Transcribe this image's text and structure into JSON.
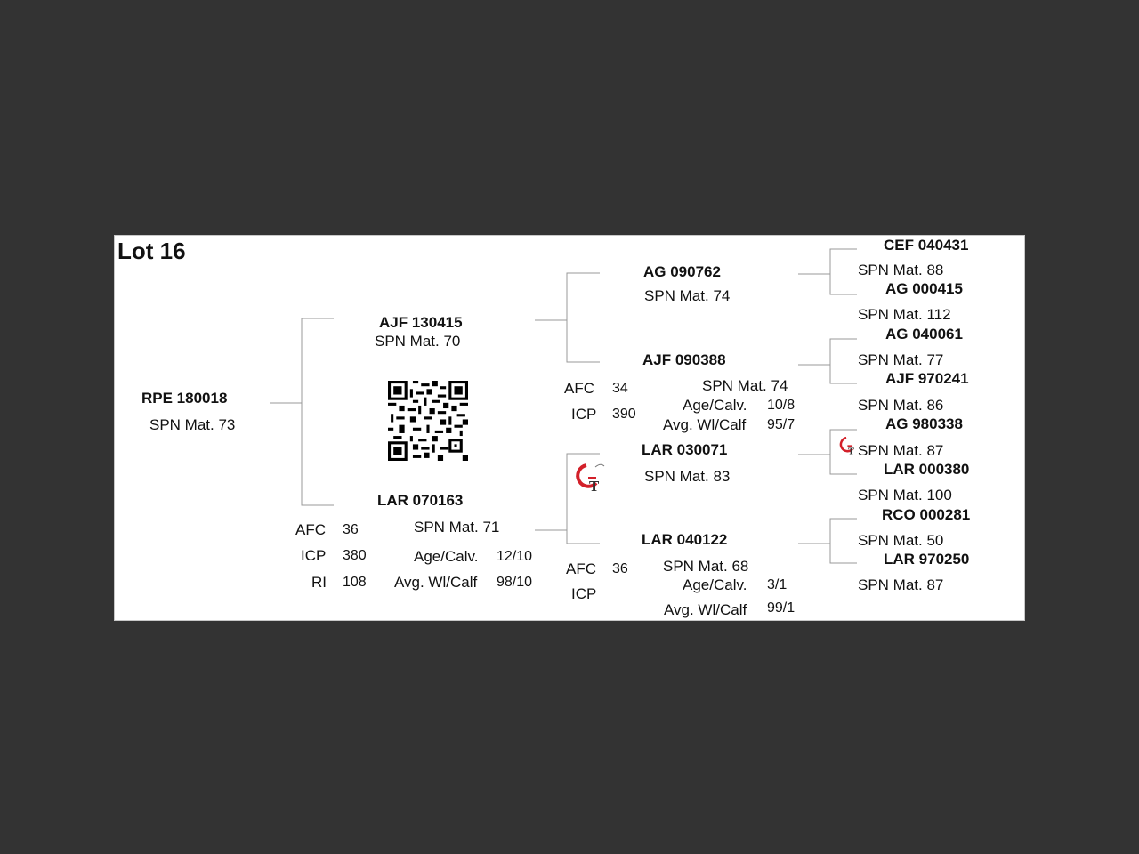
{
  "lot": "Lot 16",
  "animal": {
    "id": "RPE 180018",
    "spn": "SPN Mat. 73"
  },
  "sire": {
    "id": "AJF 130415",
    "spn": "SPN Mat. 70"
  },
  "dam": {
    "id": "LAR 070163",
    "spn": "SPN Mat. 71",
    "afc_label": "AFC",
    "afc": "36",
    "icp_label": "ICP",
    "icp": "380",
    "ri_label": "RI",
    "ri": "108",
    "age_label": "Age/Calv.",
    "age": "12/10",
    "wt_label": "Avg. Wl/Calf",
    "wt": "98/10"
  },
  "sire_sire": {
    "id": "AG  090762",
    "spn": "SPN Mat. 74"
  },
  "sire_dam": {
    "id": "AJF 090388",
    "spn": "SPN Mat. 74",
    "afc_label": "AFC",
    "afc": "34",
    "icp_label": "ICP",
    "icp": "390",
    "age_label": "Age/Calv.",
    "age": "10/8",
    "wt_label": "Avg. Wl/Calf",
    "wt": "95/7"
  },
  "dam_sire": {
    "id": "LAR 030071",
    "spn": "SPN Mat. 83"
  },
  "dam_dam": {
    "id": "LAR 040122",
    "spn": "SPN Mat. 68",
    "afc_label": "AFC",
    "afc": "36",
    "icp_label": "ICP",
    "age_label": "Age/Calv.",
    "age": "3/1",
    "wt_label": "Avg. Wl/Calf",
    "wt": "99/1"
  },
  "gen3": [
    {
      "id": "CEF 040431",
      "spn": "SPN Mat. 88"
    },
    {
      "id": "AG  000415",
      "spn": "SPN Mat. 112"
    },
    {
      "id": "AG  040061",
      "spn": "SPN Mat. 77"
    },
    {
      "id": "AJF 970241",
      "spn": "SPN Mat. 86"
    },
    {
      "id": "AG  980338",
      "spn": "SPN Mat. 87"
    },
    {
      "id": "LAR 000380",
      "spn": "SPN Mat. 100"
    },
    {
      "id": "RCO 000281",
      "spn": "SPN Mat. 50"
    },
    {
      "id": "LAR 970250",
      "spn": "SPN Mat. 87"
    }
  ],
  "logo_text": "GT",
  "colors": {
    "background": "#333333",
    "sheet": "#ffffff",
    "line": "#999999",
    "logo_red": "#d3202a"
  }
}
